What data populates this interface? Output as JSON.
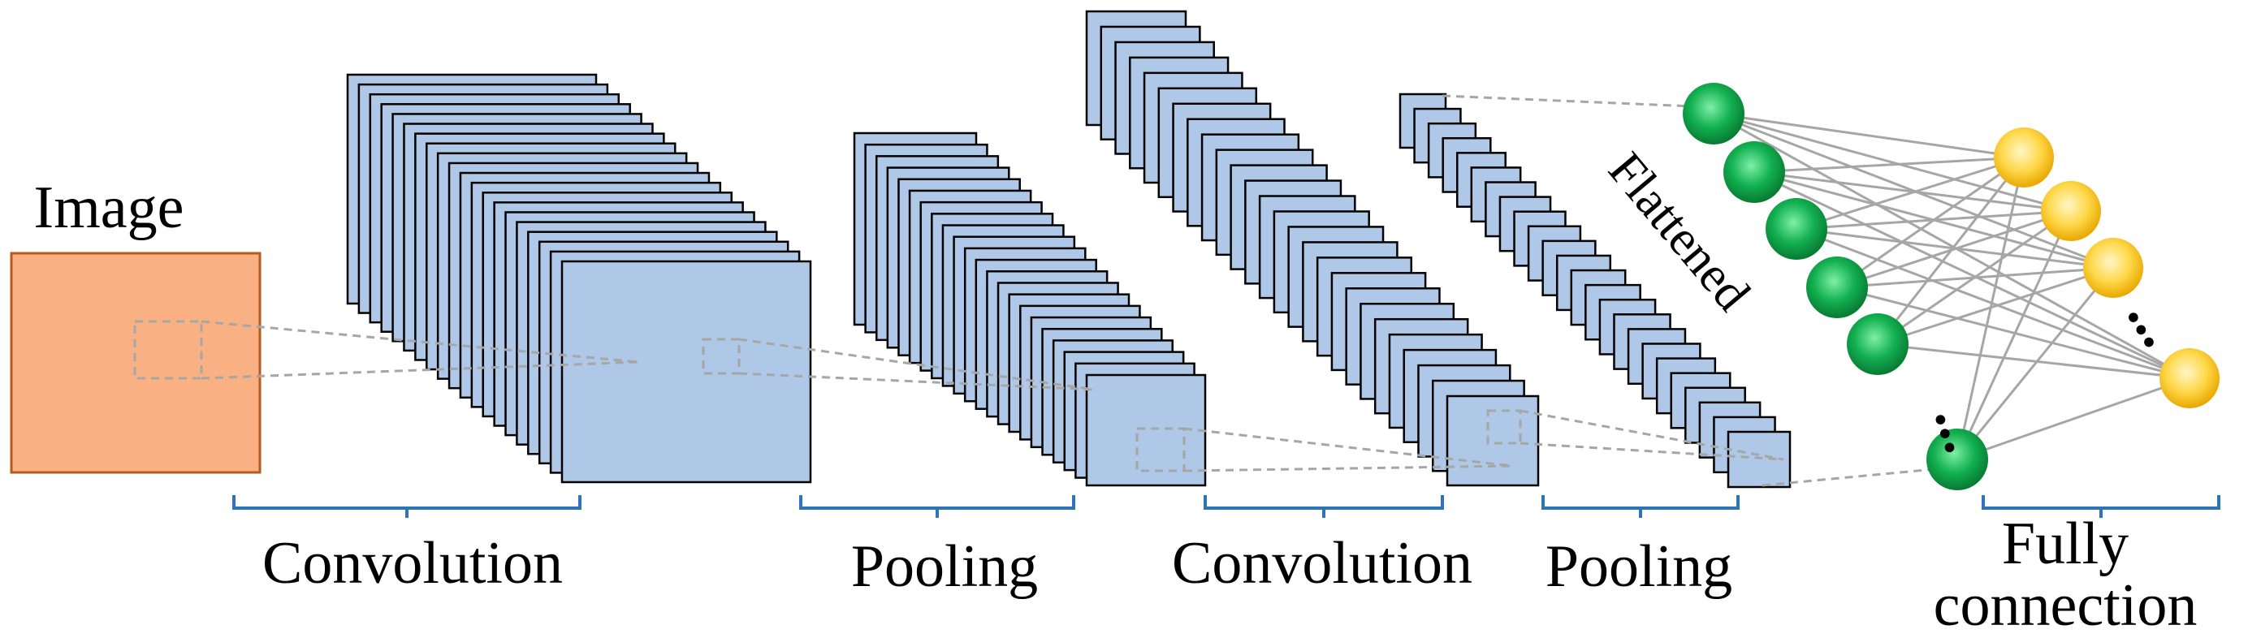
{
  "image_label": "Image",
  "flattened_label": "Flattened",
  "stage_labels": {
    "conv1": "Convolution",
    "pool1": "Pooling",
    "conv2": "Convolution",
    "pool2": "Pooling",
    "fc_line1": "Fully",
    "fc_line2": "connection"
  },
  "ellipsis": "...",
  "colors": {
    "image_fill": "#F9B183",
    "image_stroke": "#B85A1E",
    "feature_map_fill": "#AFC8E8",
    "feature_map_stroke": "#000000",
    "bracket": "#2E75B6",
    "dashed_line": "#A6A6A6",
    "connection_line": "#A6A6A6",
    "flattened_node": "#1DB954",
    "output_node": "#FFC000"
  }
}
